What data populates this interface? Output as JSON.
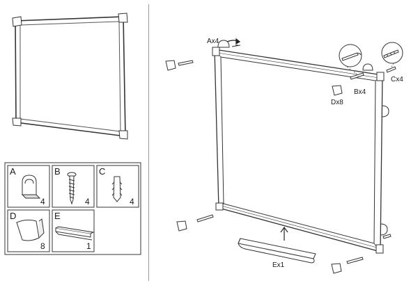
{
  "parts": [
    {
      "letter": "A",
      "qty": "4",
      "icon": "corner-bracket-icon"
    },
    {
      "letter": "B",
      "qty": "4",
      "icon": "screw-icon"
    },
    {
      "letter": "C",
      "qty": "4",
      "icon": "wall-plug-icon"
    },
    {
      "letter": "D",
      "qty": "8",
      "icon": "corner-cap-icon"
    },
    {
      "letter": "E",
      "qty": "1",
      "icon": "pen-tray-icon"
    }
  ],
  "callouts": {
    "a": "Ax4",
    "b": "Bx4",
    "c": "Cx4",
    "d": "Dx8",
    "e": "Ex1"
  }
}
